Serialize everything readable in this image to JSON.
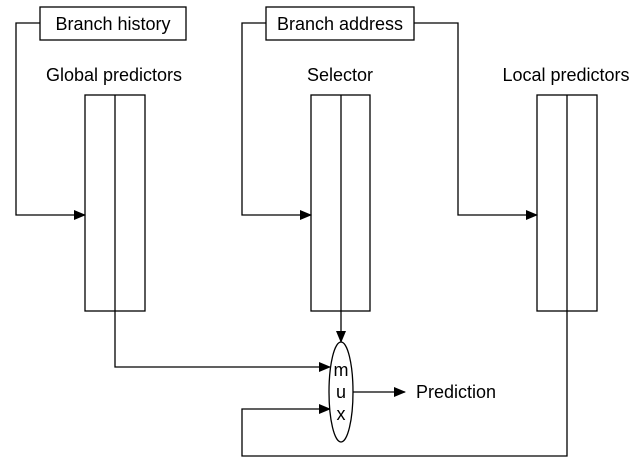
{
  "inputs": {
    "branch_history": "Branch history",
    "branch_address": "Branch address"
  },
  "tables": {
    "global": "Global predictors",
    "selector": "Selector",
    "local": "Local predictors"
  },
  "mux": {
    "m": "m",
    "u": "u",
    "x": "x"
  },
  "output": {
    "prediction": "Prediction"
  },
  "colors": {
    "stroke": "#000000",
    "background": "#ffffff"
  }
}
